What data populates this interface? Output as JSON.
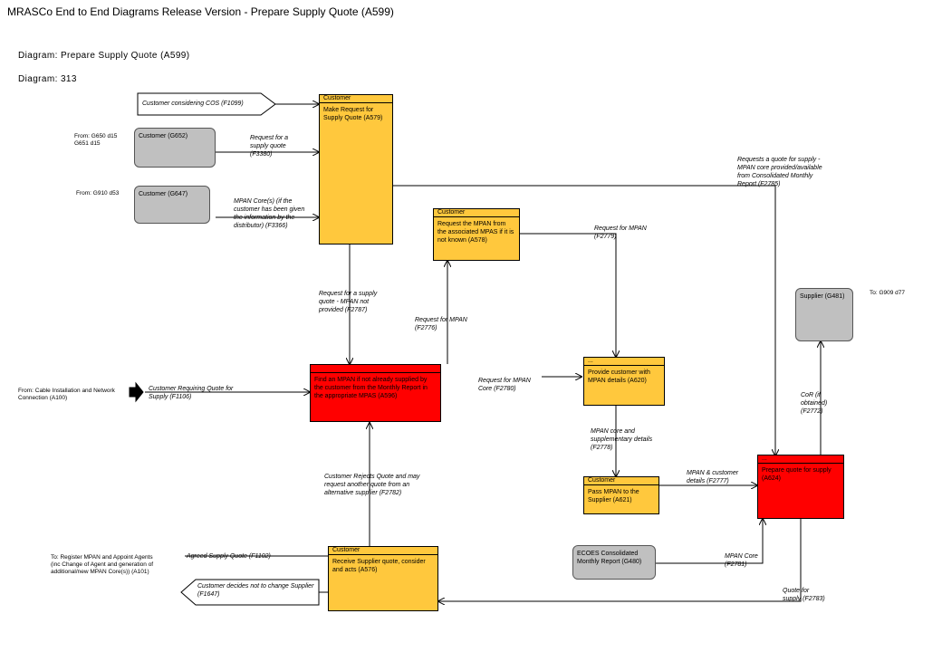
{
  "page": {
    "title": "MRASCo End to End Diagrams Release Version - Prepare Supply Quote (A599)",
    "diagram_name": "Diagram: Prepare Supply Quote (A599)",
    "diagram_number": "Diagram: 313"
  },
  "processes": {
    "make_request": {
      "header": "Customer",
      "body": "Make Request for Supply Quote (A579)"
    },
    "request_mpan": {
      "header": "Customer",
      "body": "Request the MPAN from the associated MPAS if it is not known (A578)"
    },
    "find_mpan": {
      "header": "",
      "body": "Find an MPAN if not already supplied by the customer from the Monthly Report in the appropriate MPAS (A596)"
    },
    "provide_mpan": {
      "header": "...",
      "body": "Provide customer with MPAN details (A620)"
    },
    "pass_mpan": {
      "header": "Customer",
      "body": "Pass MPAN to the Supplier (A621)"
    },
    "prepare_quote": {
      "header": "...",
      "body": "Prepare quote for supply (A624)"
    },
    "receive_quote": {
      "header": "Customer",
      "body": "Receive Supplier quote, consider and acts (A576)"
    }
  },
  "externals": {
    "customer_g652": "Customer (G652)",
    "customer_g647": "Customer (G647)",
    "supplier_g481": "Supplier (G481)",
    "ecoes": "ECOES Consolidated Monthly Report (G480)"
  },
  "references": {
    "from_g650": "From: G650 d15\nG651 d15",
    "from_g910": "From: G910 d53",
    "to_g909": "To: G909 d77",
    "from_cable": "From: Cable Installation and Network Connection (A100)",
    "to_register": "To: Register MPAN and Appoint Agents (inc Change of Agent and generation of additional/new MPAN Core(s)) (A101)"
  },
  "flows": {
    "f1099": "Customer considering COS (F1099)",
    "f3380": "Request for a supply quote (F3380)",
    "f3366": "MPAN Core(s) (if the customer has been given the information by the distributor) (F3366)",
    "f2785": "Requests a quote for supply - MPAN core provided/available from Consolidated Monthly Report (F2785)",
    "f2779": "Request for MPAN (F2779)",
    "f2787": "Request for a supply quote - MPAN not provided (F2787)",
    "f2776": "Request for MPAN (F2776)",
    "f1106": "Customer Requiring Quote for Supply (F1106)",
    "f2780": "Request for MPAN Core (F2780)",
    "f2778": "MPAN core and supplementary details (F2778)",
    "f2782": "Customer Rejects Quote and may request another quote from an alternative supplier (F2782)",
    "f2777": "MPAN & customer details (F2777)",
    "f2772": "CoR (if obtained) (F2772)",
    "f1102": "Agreed Supply Quote (F1102)",
    "f1647": "Customer decides not to change Supplier (F1647)",
    "f2781": "MPAN Core (F2781)",
    "f2783": "Quote for supply (F2783)"
  },
  "colors": {
    "process_yellow": "#ffc83d",
    "process_red": "#ff0000",
    "external_grey": "#c0c0c0"
  }
}
